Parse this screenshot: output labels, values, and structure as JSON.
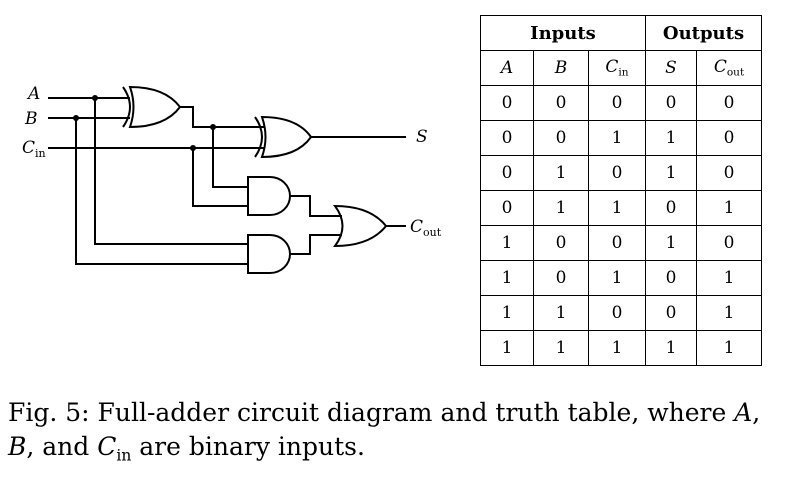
{
  "diagram": {
    "inputs": {
      "a": "A",
      "b": "B",
      "cin_main": "C",
      "cin_sub": "in"
    },
    "outputs": {
      "s": "S",
      "cout_main": "C",
      "cout_sub": "out"
    }
  },
  "table": {
    "group_headers": [
      "Inputs",
      "Outputs"
    ],
    "columns": [
      {
        "main": "A",
        "sub": ""
      },
      {
        "main": "B",
        "sub": ""
      },
      {
        "main": "C",
        "sub": "in"
      },
      {
        "main": "S",
        "sub": ""
      },
      {
        "main": "C",
        "sub": "out"
      }
    ],
    "rows": [
      [
        "0",
        "0",
        "0",
        "0",
        "0"
      ],
      [
        "0",
        "0",
        "1",
        "1",
        "0"
      ],
      [
        "0",
        "1",
        "0",
        "1",
        "0"
      ],
      [
        "0",
        "1",
        "1",
        "0",
        "1"
      ],
      [
        "1",
        "0",
        "0",
        "1",
        "0"
      ],
      [
        "1",
        "0",
        "1",
        "0",
        "1"
      ],
      [
        "1",
        "1",
        "0",
        "0",
        "1"
      ],
      [
        "1",
        "1",
        "1",
        "1",
        "1"
      ]
    ]
  },
  "caption": {
    "prefix": "Fig. 5: Full-adder circuit diagram and truth table, where ",
    "var_a": "A",
    "sep1": ",",
    "var_b": "B",
    "sep2": ", and ",
    "var_c": "C",
    "var_c_sub": "in",
    "suffix": " are binary inputs."
  }
}
